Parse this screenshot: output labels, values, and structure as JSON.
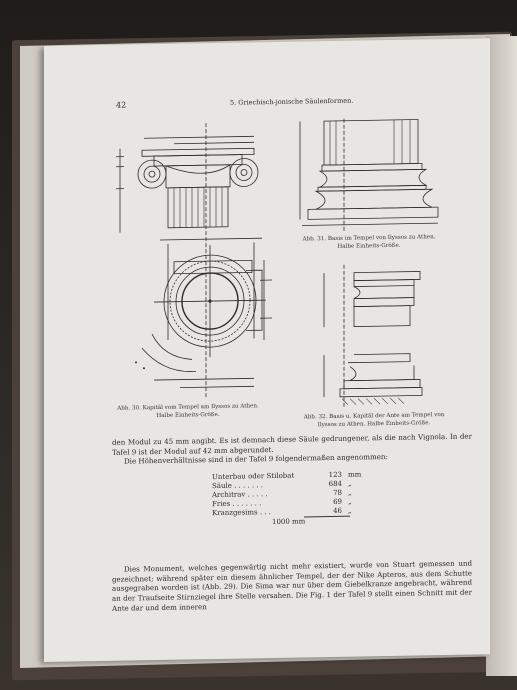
{
  "header": {
    "page_number": "42",
    "running_title": "5. Griechisch-jonische Säulenformen."
  },
  "captions": {
    "fig30": [
      "Abb. 30. Kapitäl vom Tempel am Ilyssos zu Athen.",
      "Halbe Einheits-Größe."
    ],
    "fig31": [
      "Abb. 31. Basis im Tempel von Ilyssos zu Athen.",
      "Halbe Einheits-Größe."
    ],
    "fig32": [
      "Abb. 32. Basis u. Kapitäl der Ante am Tempel von",
      "Ilyssos zu Athen. Halbe Einheits-Größe."
    ]
  },
  "body": {
    "para1": "den Modul zu 45 mm angibt. Es ist demnach diese Säule gedrungener, als die nach Vignola. In der Tafel 9 ist der Modul auf 42 mm abgerundet.",
    "para2": "Die Höhenverhältnisse sind in der Tafel 9 folgendermaßen angenommen:",
    "para3": "Dies Monument, welches gegenwärtig nicht mehr existiert, wurde von Stuart gemessen und gezeichnet; während später ein diesem ähnlicher Tempel, der der Nike Apteros, aus dem Schutte ausgegraben worden ist (Abb. 29). Die Sima war nur über dem Giebelkranze angebracht, während an der Traufseite Stirnziegel ihre Stelle versahen. Die Fig. 1 der Tafel 9 stellt einen Schnitt mit der Ante dar und dem inneren"
  },
  "proportions": {
    "rows": [
      {
        "label": "Unterbau oder Stilobat",
        "value": "123",
        "unit": "mm"
      },
      {
        "label": "Säule . . . . . . .",
        "value": "684",
        "unit": "„"
      },
      {
        "label": "Architrav . . . . .",
        "value": "78",
        "unit": "„"
      },
      {
        "label": "Fries . . . . . . .",
        "value": "69",
        "unit": "„"
      },
      {
        "label": "Kranzgesims . . .",
        "value": "46",
        "unit": "„"
      }
    ],
    "total": "1000 mm"
  }
}
